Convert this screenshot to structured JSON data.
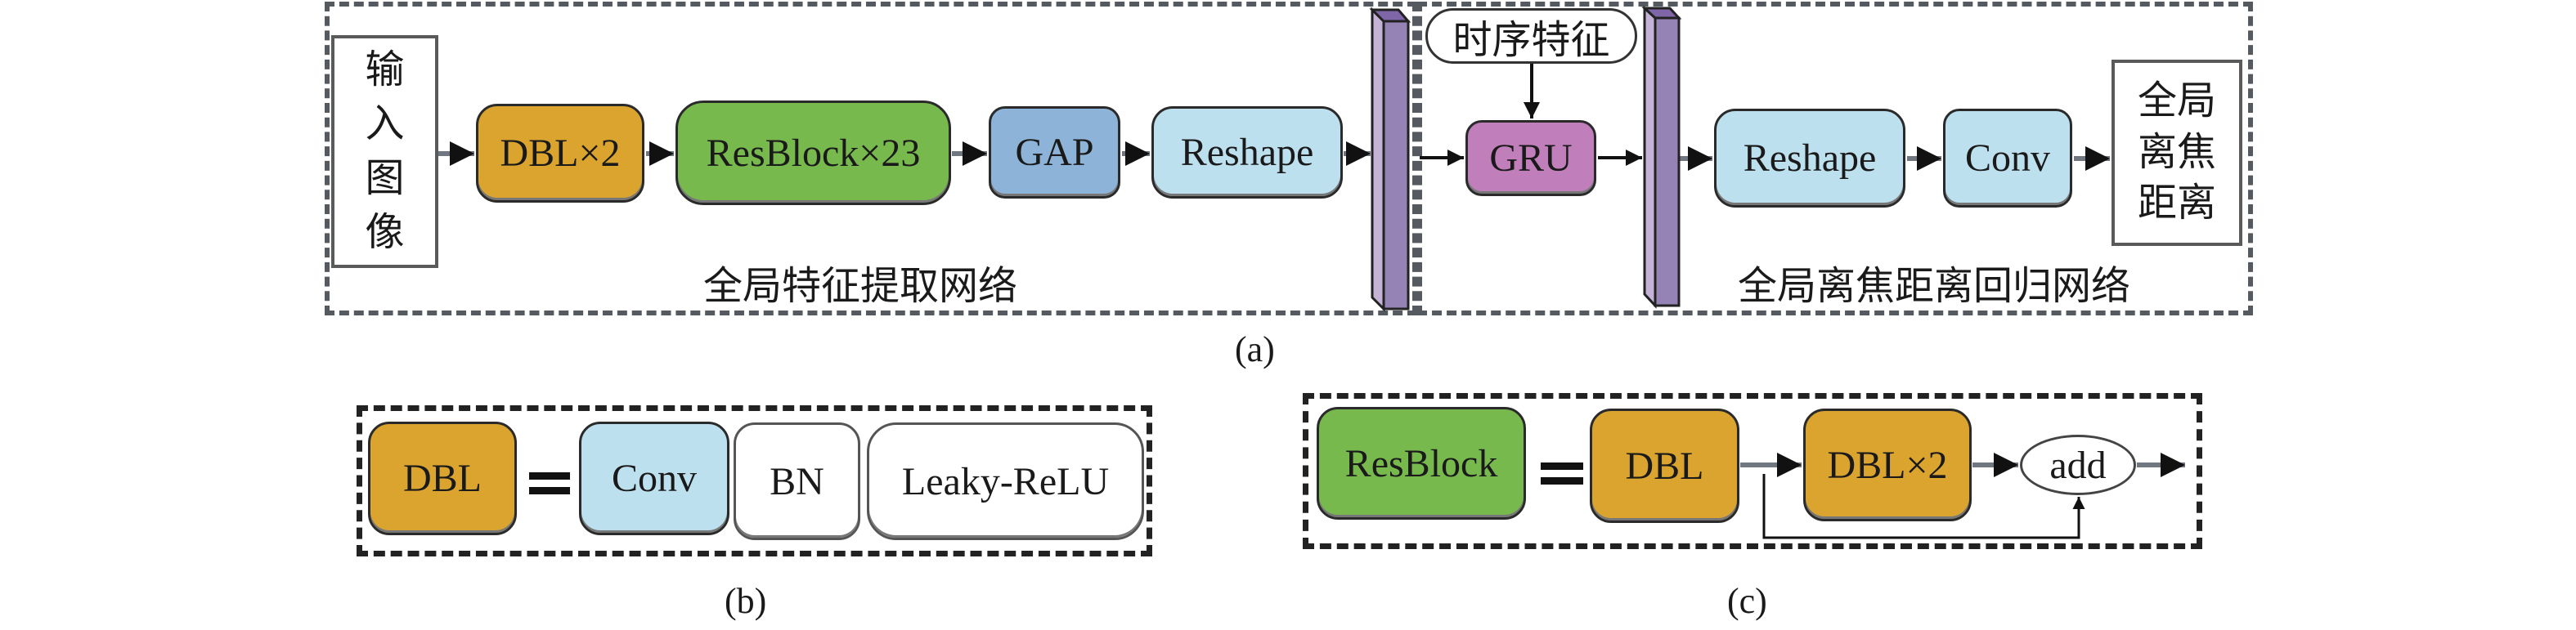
{
  "panel_a": {
    "label": "(a)",
    "input_box": [
      "输",
      "入",
      "图",
      "像"
    ],
    "extraction_blocks": [
      {
        "id": "dbl-x2",
        "label": "DBL×2",
        "color": "#dba42e"
      },
      {
        "id": "resblock-x23",
        "label": "ResBlock×23",
        "color": "#78b94e"
      },
      {
        "id": "gap",
        "label": "GAP",
        "color": "#8db3d8"
      },
      {
        "id": "reshape-1",
        "label": "Reshape",
        "color": "#bde0ef"
      }
    ],
    "extraction_caption": "全局特征提取网络",
    "temporal_feature": "时序特征",
    "gru_block": {
      "label": "GRU",
      "color": "#c07fba"
    },
    "regression_blocks": [
      {
        "id": "reshape-2",
        "label": "Reshape",
        "color": "#bde0ef"
      },
      {
        "id": "conv",
        "label": "Conv",
        "color": "#bde0ef"
      }
    ],
    "output_box": [
      "全局",
      "离焦",
      "距离"
    ],
    "regression_caption": "全局离焦距离回归网络",
    "feature_bar_color": "#9683b6"
  },
  "panel_b": {
    "label": "(b)",
    "lhs": {
      "label": "DBL",
      "color": "#dba42e"
    },
    "equals": "=",
    "rhs": [
      {
        "label": "Conv",
        "color": "#bde0ef"
      },
      {
        "label": "BN",
        "color": "#ffffff"
      },
      {
        "label": "Leaky-ReLU",
        "color": "#ffffff"
      }
    ]
  },
  "panel_c": {
    "label": "(c)",
    "lhs": {
      "label": "ResBlock",
      "color": "#78b94e"
    },
    "equals": "=",
    "rhs": [
      {
        "label": "DBL",
        "color": "#dba42e"
      },
      {
        "label": "DBL×2",
        "color": "#dba42e"
      }
    ],
    "add_node": "add"
  }
}
